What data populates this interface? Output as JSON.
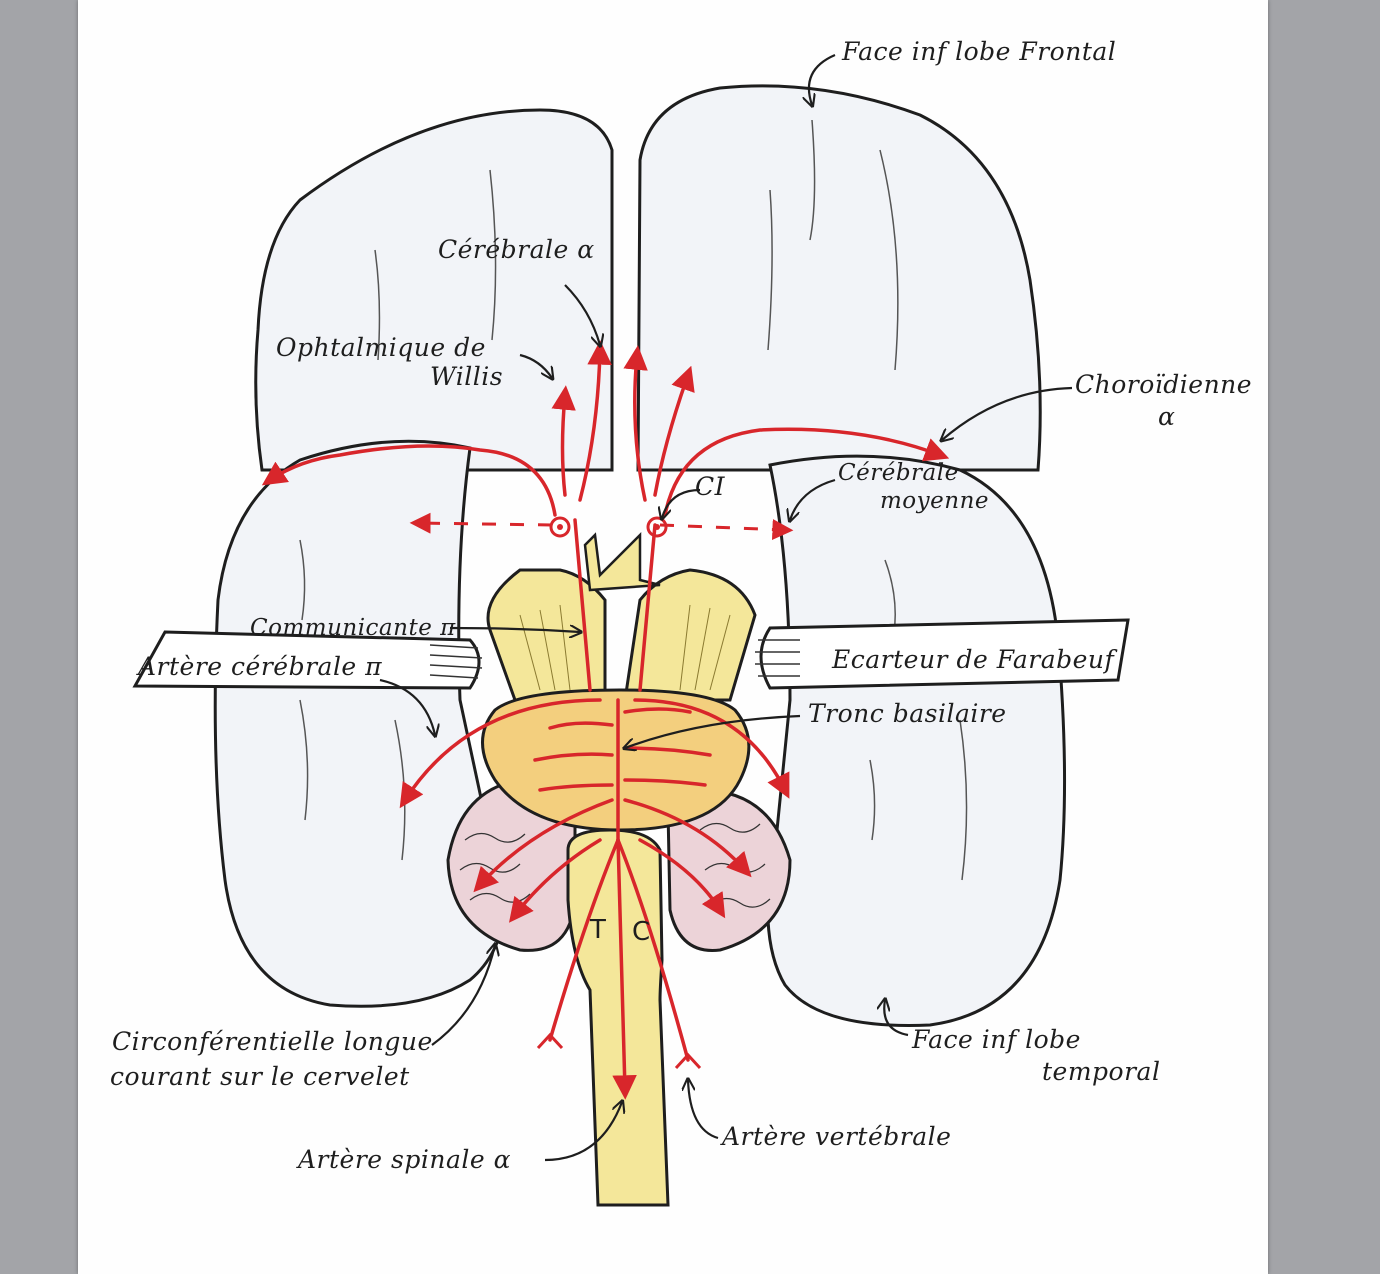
{
  "title": "Face inférieure de l'encéphale – vascularisation",
  "colors": {
    "page_bg": "#a3a4a8",
    "sheet": "#fefefe",
    "artery": "#d8262b",
    "brainstem": "#f4e79a",
    "pons": "#f3cf7e",
    "cerebellum": "#e9c9cf",
    "hemisphere": "#f2f4f8",
    "outline": "#1e1e1e"
  },
  "labels": {
    "frontal_line1": "Face inf lobe Frontal",
    "cerebrale_ant": "Cérébrale α",
    "ophtalmique_line1": "Ophtalmique de",
    "ophtalmique_line2": "Willis",
    "choroidienne_line1": "Choroïdienne",
    "choroidienne_line2": "α",
    "ci": "CI",
    "cerebrale_moy_line1": "Cérébrale",
    "cerebrale_moy_line2": "moyenne",
    "communicante": "Communicante π",
    "arteria_cerebrale_post": "Artère cérébrale π",
    "ecarteur": "Ecarteur de Farabeuf",
    "tronc": "Tronc basilaire",
    "tc_t": "T",
    "tc_c": "C",
    "circ_line1": "Circonférentielle longue",
    "circ_line2": "courant sur le cervelet",
    "temporal_line1": "Face inf lobe",
    "temporal_line2": "temporal",
    "vertebrale": "Artère vertébrale",
    "spinale": "Artère spinale α"
  }
}
